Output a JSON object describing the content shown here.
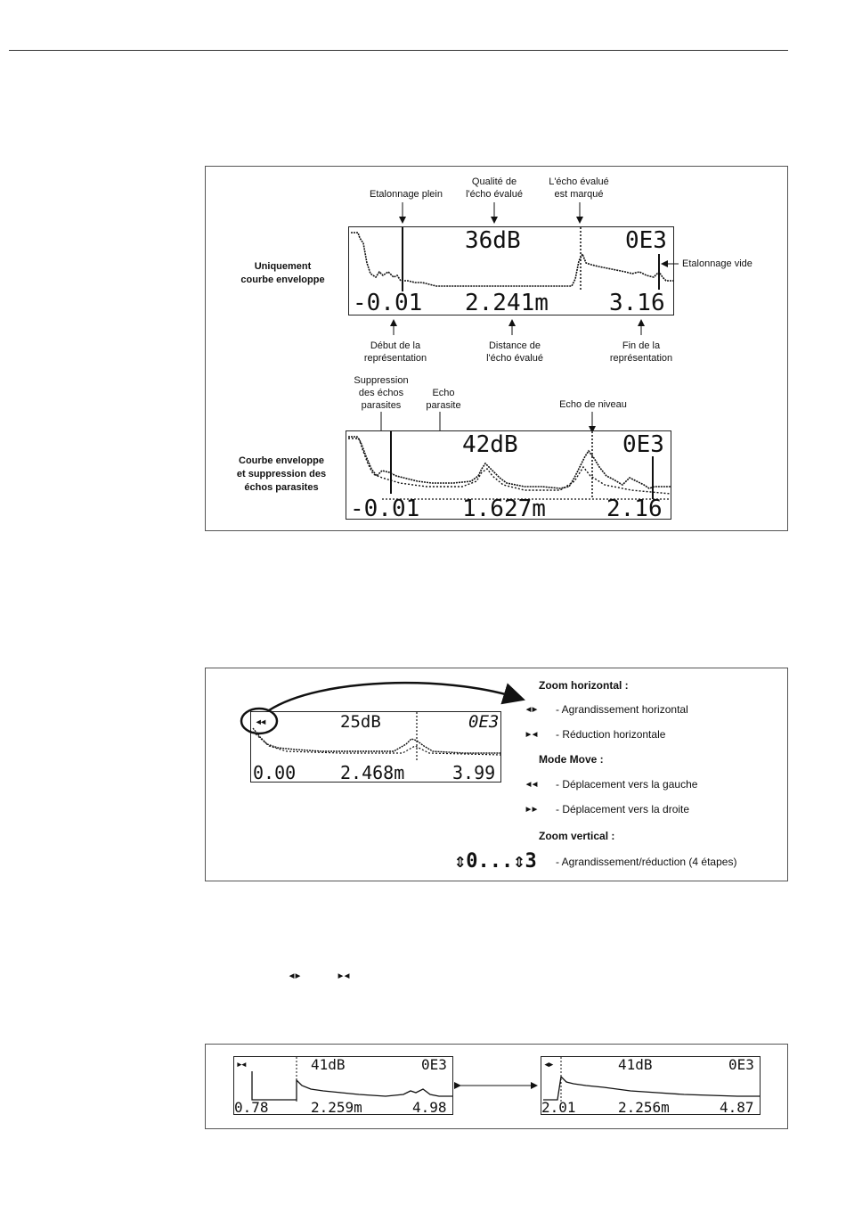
{
  "panel1": {
    "labels": {
      "etalonnage_plein": "Etalonnage plein",
      "qualite": "Qualité de\nl'écho évalué",
      "echo_marque": "L'écho évalué\nest marqué",
      "etalonnage_vide": "Etalonnage vide",
      "uniquement": "Uniquement\ncourbe enveloppe",
      "debut": "Début de la\nreprésentation",
      "distance": "Distance de\nl'écho évalué",
      "fin": "Fin de la\nreprésentation",
      "suppression": "Suppression\ndes échos\nparasites",
      "echo_parasite": "Echo\nparasite",
      "echo_niveau": "Echo de niveau",
      "courbe_supp": "Courbe enveloppe\net suppression des\néchos parasites"
    },
    "lcd1": {
      "db": "36dB",
      "code": "0E3",
      "start": "-0.01",
      "distance": "2.241m",
      "end": "3.16"
    },
    "lcd2": {
      "db": "42dB",
      "code": "0E3",
      "start": "-0.01",
      "distance": "1.627m",
      "end": "2.16"
    }
  },
  "panel2": {
    "lcd": {
      "icon": "◂◂",
      "db": "25dB",
      "code": "0E3",
      "start": "0.00",
      "distance": "2.468m",
      "end": "3.99"
    },
    "zoom_h_title": "Zoom horizontal :",
    "zoom_h_in": "- Agrandissement horizontal",
    "zoom_h_out": "- Réduction horizontale",
    "move_title": "Mode Move :",
    "move_left": "- Déplacement vers la gauche",
    "move_right": "- Déplacement vers la droite",
    "zoom_v_title": "Zoom vertical :",
    "zoom_v_symbol": "⇕0...⇕3",
    "zoom_v_text": "- Agrandissement/réduction (4 étapes)",
    "icons": {
      "zoom_in": "◂▸",
      "zoom_out": "▸◂",
      "move_left": "◂◂",
      "move_right": "▸▸"
    }
  },
  "text_icons": {
    "zoom_in": "◂▸",
    "zoom_out": "▸◂"
  },
  "panel3": {
    "lcd_left": {
      "icon": "▸◂",
      "db": "41dB",
      "code": "0E3",
      "start": "0.78",
      "distance": "2.259m",
      "end": "4.98"
    },
    "lcd_right": {
      "icon": "◂▸",
      "db": "41dB",
      "code": "0E3",
      "start": "2.01",
      "distance": "2.256m",
      "end": "4.87"
    }
  }
}
